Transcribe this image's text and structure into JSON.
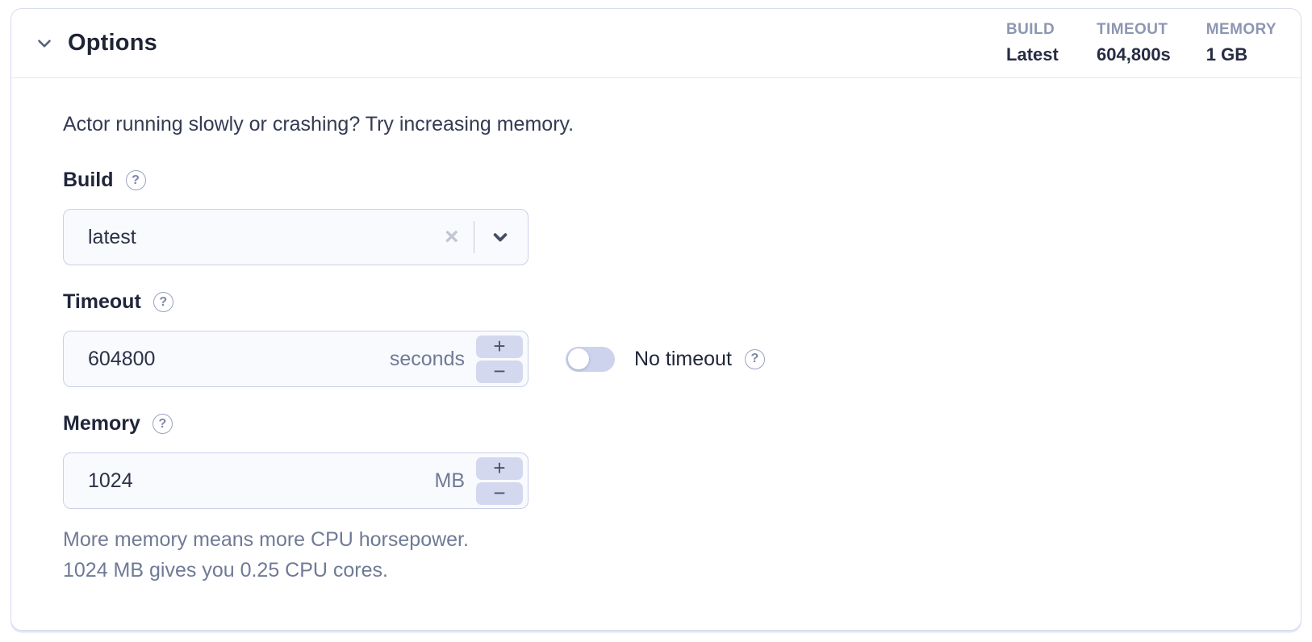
{
  "header": {
    "title": "Options",
    "summary": [
      {
        "label": "BUILD",
        "value": "Latest"
      },
      {
        "label": "TIMEOUT",
        "value": "604,800s"
      },
      {
        "label": "MEMORY",
        "value": "1 GB"
      }
    ]
  },
  "icons": {
    "collapse": "chevron-down-icon",
    "dropdown": "chevron-down-icon",
    "help_glyph": "?",
    "clear_glyph": "×",
    "increment_glyph": "+",
    "decrement_glyph": "−"
  },
  "body": {
    "intro": "Actor running slowly or crashing? Try increasing memory.",
    "build": {
      "label": "Build",
      "value": "latest"
    },
    "timeout": {
      "label": "Timeout",
      "value": "604800",
      "unit": "seconds",
      "no_timeout_label": "No timeout",
      "toggle_state": "off"
    },
    "memory": {
      "label": "Memory",
      "value": "1024",
      "unit": "MB",
      "help_line1": "More memory means more CPU horsepower.",
      "help_line2": "1024 MB gives you 0.25 CPU cores."
    }
  },
  "colors": {
    "card_border": "#d8dcf0",
    "input_border": "#c9cfe9",
    "input_bg": "#f9fafd",
    "dark_text": "#20263a",
    "muted_text": "#6f7a96",
    "summary_label": "#8d96b2",
    "stepper_bg": "#d3d8ef",
    "toggle_track_off": "#cdd3ec"
  }
}
